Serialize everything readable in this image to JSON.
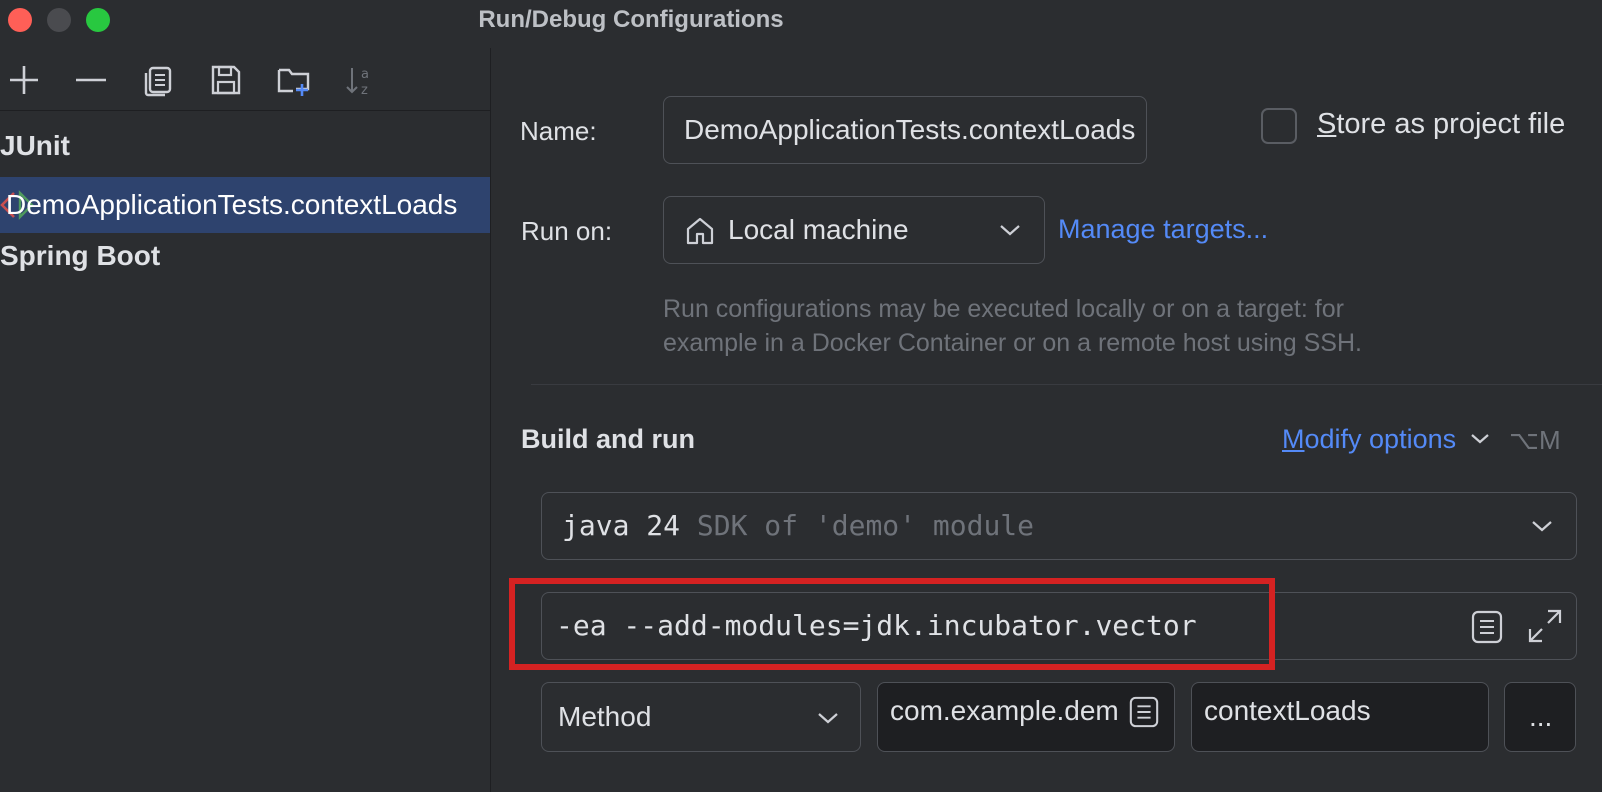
{
  "window": {
    "title": "Run/Debug Configurations",
    "colors": {
      "close": "#ff5f57",
      "minimize": "#4a4b4f",
      "zoom": "#28c840"
    }
  },
  "sidebar": {
    "toolbar": [
      "add-icon",
      "remove-icon",
      "copy-icon",
      "save-icon",
      "new-folder-icon",
      "sort-alpha-icon"
    ],
    "groups": [
      {
        "label": "JUnit",
        "items": [
          {
            "label": "DemoApplicationTests.contextLoads",
            "selected": true,
            "icon": "junit-test-icon"
          }
        ]
      },
      {
        "label": "Spring Boot",
        "items": []
      }
    ]
  },
  "form": {
    "name_label": "Name:",
    "name_value": "DemoApplicationTests.contextLoads",
    "store_label_first": "S",
    "store_label_rest": "tore as project file",
    "store_checked": false,
    "run_on_label": "Run on:",
    "run_on_value": "Local machine",
    "manage_targets": "Manage targets...",
    "hint_line1": "Run configurations may be executed locally or on a target: for",
    "hint_line2": "example in a Docker Container or on a remote host using SSH.",
    "build_run_title": "Build and run",
    "modify_first": "M",
    "modify_rest": "odify options",
    "modify_shortcut": "⌥M",
    "sdk_main": "java 24",
    "sdk_detail": "SDK of 'demo' module",
    "vm_options": "-ea --add-modules=jdk.incubator.vector",
    "test_kind": "Method",
    "class_value": "com.example.demo",
    "method_value": "contextLoads",
    "more_label": "...",
    "highlight_color": "#d52222",
    "accent_color": "#548af7"
  }
}
